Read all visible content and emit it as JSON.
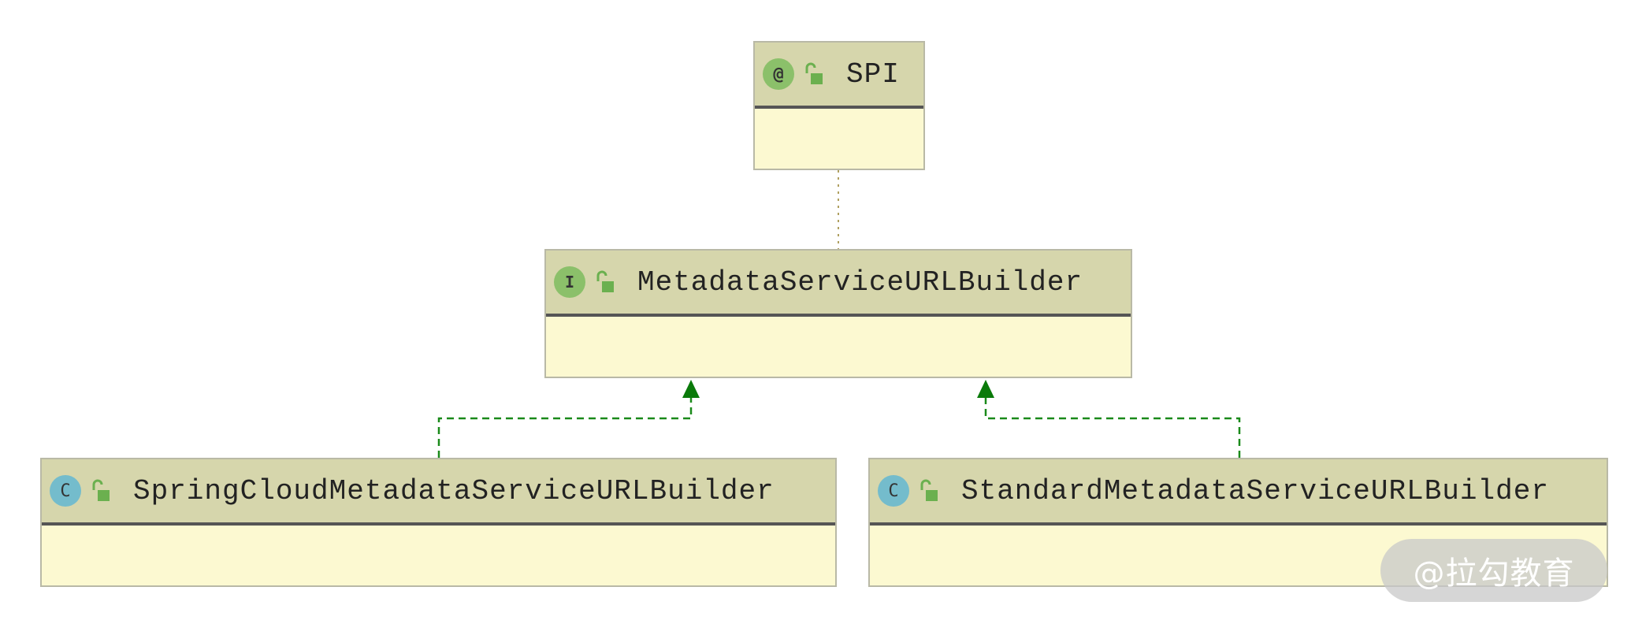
{
  "nodes": {
    "spi": {
      "badge": "@",
      "name": "SPI"
    },
    "builder": {
      "badge": "I",
      "name": "MetadataServiceURLBuilder"
    },
    "spring": {
      "badge": "C",
      "name": "SpringCloudMetadataServiceURLBuilder"
    },
    "standard": {
      "badge": "C",
      "name": "StandardMetadataServiceURLBuilder"
    }
  },
  "icons": {
    "annotation_badge": "annotation-icon",
    "interface_badge": "interface-icon",
    "class_badge": "class-icon",
    "visibility": "unlocked-padlock-icon"
  },
  "colors": {
    "header": "#d6d6ac",
    "body": "#fcf9d1",
    "annotation_badge": "#8bc06a",
    "interface_badge": "#8bc06a",
    "class_badge": "#74bccc",
    "padlock": "#6bb04f",
    "realization_arrow": "#1a8a1a",
    "annotation_link": "#b0a060"
  },
  "watermark": "@拉勾教育"
}
